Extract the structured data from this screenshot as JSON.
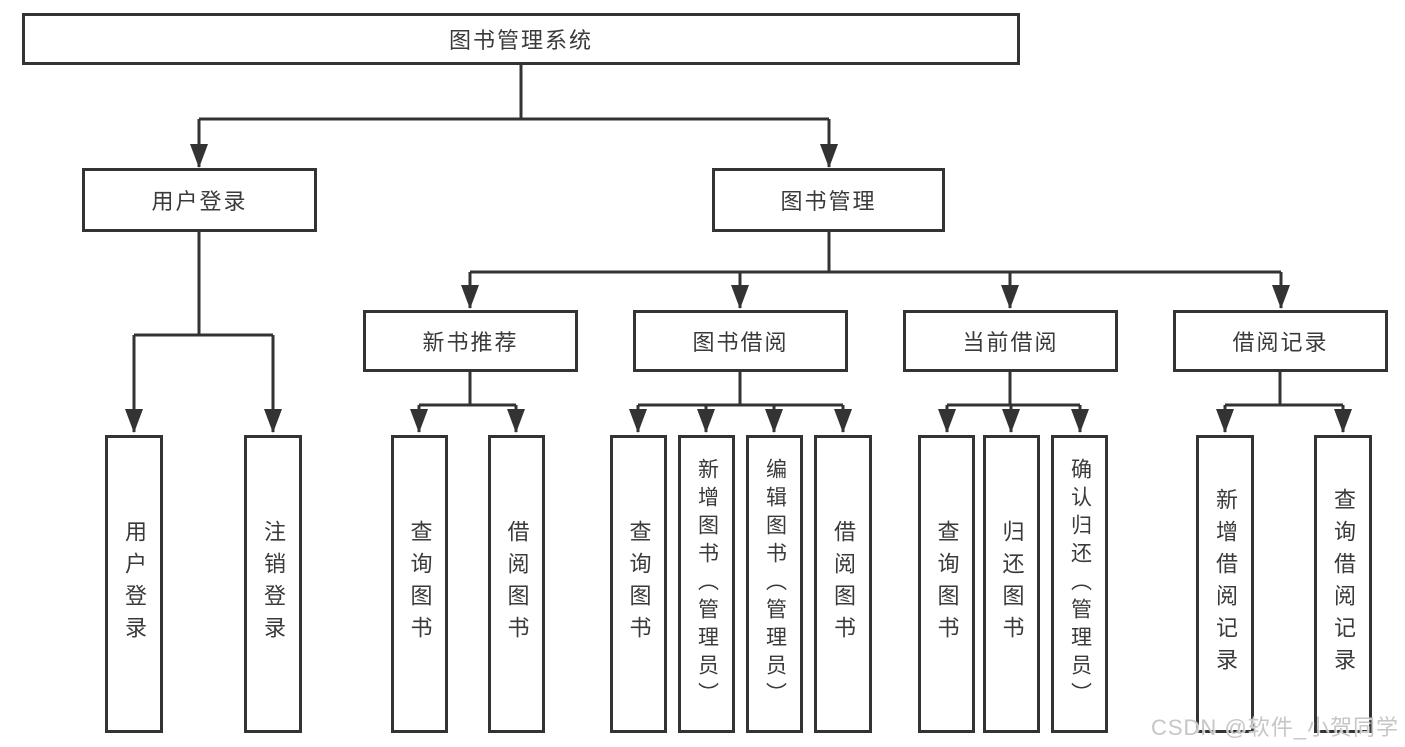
{
  "diagram": {
    "type": "hierarchy-tree",
    "title": "图书管理系统"
  },
  "tree": {
    "root": {
      "label": "图书管理系统"
    },
    "children": [
      {
        "label": "用户登录",
        "children": [
          {
            "label": "用户登录"
          },
          {
            "label": "注销登录"
          }
        ]
      },
      {
        "label": "图书管理",
        "children": [
          {
            "label": "新书推荐",
            "children": [
              {
                "label": "查询图书"
              },
              {
                "label": "借阅图书"
              }
            ]
          },
          {
            "label": "图书借阅",
            "children": [
              {
                "label": "查询图书"
              },
              {
                "label": "新增图书（管理员）"
              },
              {
                "label": "编辑图书（管理员）"
              },
              {
                "label": "借阅图书"
              }
            ]
          },
          {
            "label": "当前借阅",
            "children": [
              {
                "label": "查询图书"
              },
              {
                "label": "归还图书"
              },
              {
                "label": "确认归还（管理员）"
              }
            ]
          },
          {
            "label": "借阅记录",
            "children": [
              {
                "label": "新增借阅记录"
              },
              {
                "label": "查询借阅记录"
              }
            ]
          }
        ]
      }
    ]
  },
  "watermark": {
    "text": "CSDN @软件_小贺同学"
  },
  "colors": {
    "line": "#333333",
    "text": "#3a3a3a",
    "watermark": "#c6c6c6",
    "bg": "#ffffff",
    "box-bg": "#ffffff"
  }
}
